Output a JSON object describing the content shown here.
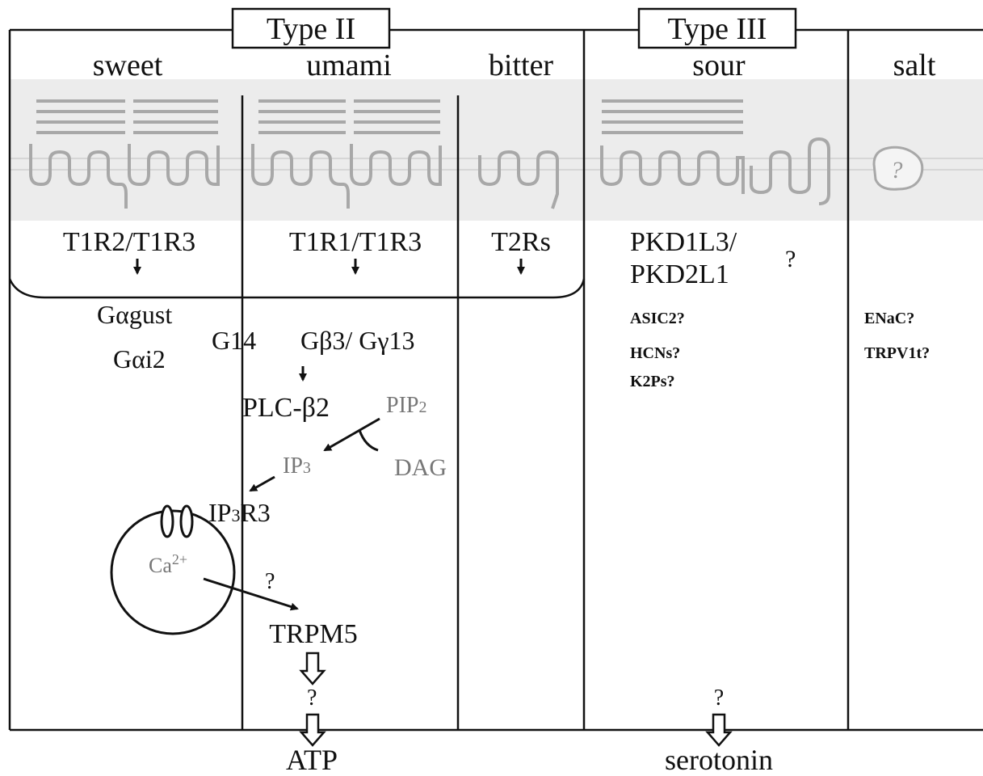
{
  "groups": {
    "type_ii": "Type II",
    "type_iii": "Type III"
  },
  "tastes": {
    "sweet": "sweet",
    "umami": "umami",
    "bitter": "bitter",
    "sour": "sour",
    "salt": "salt"
  },
  "receptors": {
    "sweet": "T1R2/T1R3",
    "umami": "T1R1/T1R3",
    "bitter": "T2Rs",
    "sour_line1": "PKD1L3/",
    "sour_line2": "PKD2L1",
    "sour_question": "?",
    "salt_question": "?"
  },
  "gproteins": {
    "gustducin": "Gαgust",
    "gi2": "Gαi2",
    "g14": "G14",
    "gbg": "Gβ3/ Gγ13"
  },
  "pathway": {
    "plc": "PLC-β2",
    "pip2": "PIP",
    "pip2_sub": "2",
    "ip3": "IP",
    "ip3_sub": "3",
    "dag": "DAG",
    "ip3r3_a": "IP",
    "ip3r3_sub": "3",
    "ip3r3_b": "R3",
    "ca_base": "Ca",
    "ca_sup": "2+",
    "ca_question": "?",
    "trpm5": "TRPM5",
    "atp_question": "?",
    "atp": "ATP"
  },
  "sour_candidates": [
    "ASIC2?",
    "HCNs?",
    "K2Ps?"
  ],
  "salt_candidates": [
    "ENaC?",
    "TRPV1t?"
  ],
  "serotonin_question": "?",
  "serotonin": "serotonin",
  "colors": {
    "line": "#111111",
    "membrane_band": "#ececec",
    "receptor_stroke": "#a8a8a8",
    "faded_text": "#777777"
  }
}
